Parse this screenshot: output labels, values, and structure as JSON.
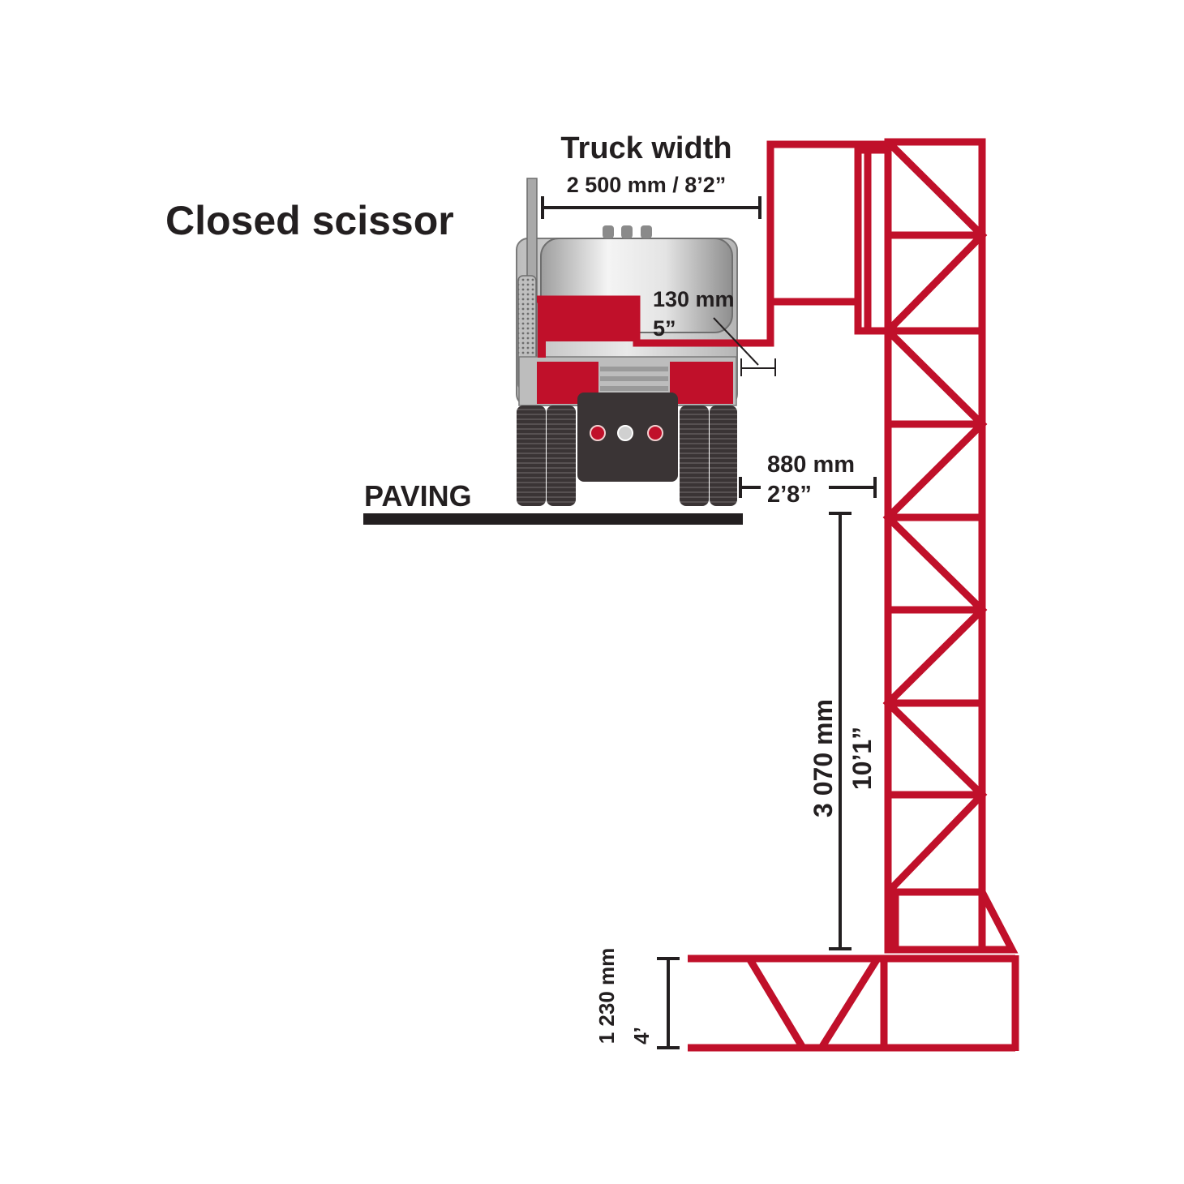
{
  "title": "Closed scissor",
  "truck_width": {
    "label": "Truck width",
    "value": "2 500 mm / 8’2”"
  },
  "offset_small": {
    "metric": "130 mm",
    "imperial": "5”"
  },
  "offset_side": {
    "metric": "880 mm",
    "imperial": "2’8”"
  },
  "height": {
    "metric": "3 070 mm",
    "imperial": "10’1”"
  },
  "base_height": {
    "metric": "1 230 mm",
    "imperial": "4’"
  },
  "ground_label": "PAVING",
  "colors": {
    "frame_red": "#c0102a",
    "ink": "#231f20",
    "tire": "#3a3435",
    "body_grey": "#d9d9d9"
  }
}
